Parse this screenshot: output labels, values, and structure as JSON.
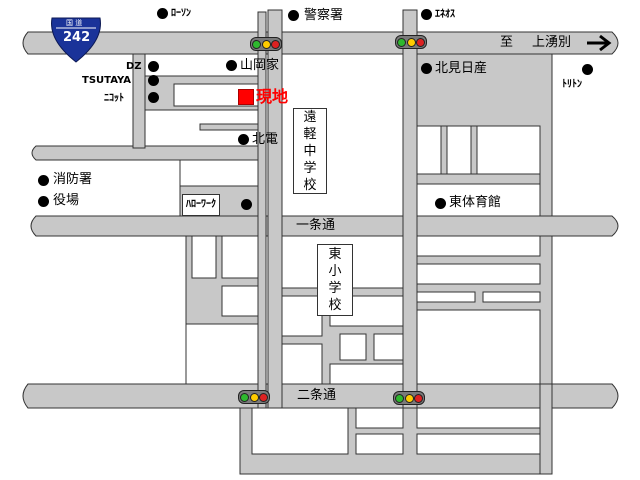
{
  "route_shield": {
    "top": "国 道",
    "number": "242"
  },
  "destination": {
    "prefix": "至",
    "name": "上湧別"
  },
  "roads": {
    "ichijo": "一条通",
    "nijo": "二条通"
  },
  "current_site": {
    "label": "現地",
    "color": "#ff0000"
  },
  "landmarks": {
    "lawson": "ﾛｰｿﾝ",
    "police": "警察署",
    "eneos": "ｴﾈｵｽ",
    "dz": "DZ",
    "tsutaya": "TSUTAYA",
    "nitori": "ﾆｺｯﾄ",
    "yamaokaya": "山岡家",
    "kitami_nissan": "北見日産",
    "toriton": "ﾄﾘﾄﾝ",
    "hokuden": "北電",
    "fire_station": "消防署",
    "town_hall": "役場",
    "hello_work": "ﾊﾛｰﾜｰｸ",
    "gym": "東体育館"
  },
  "schools": {
    "engaru_jh": "遠軽中学校",
    "higashi_es": "東小学校"
  },
  "colors": {
    "road": "#c8c8c8",
    "shield": "#1a3399",
    "signal_green": "#2eb82e",
    "signal_yellow": "#ffcc00",
    "signal_red": "#dd2222"
  }
}
